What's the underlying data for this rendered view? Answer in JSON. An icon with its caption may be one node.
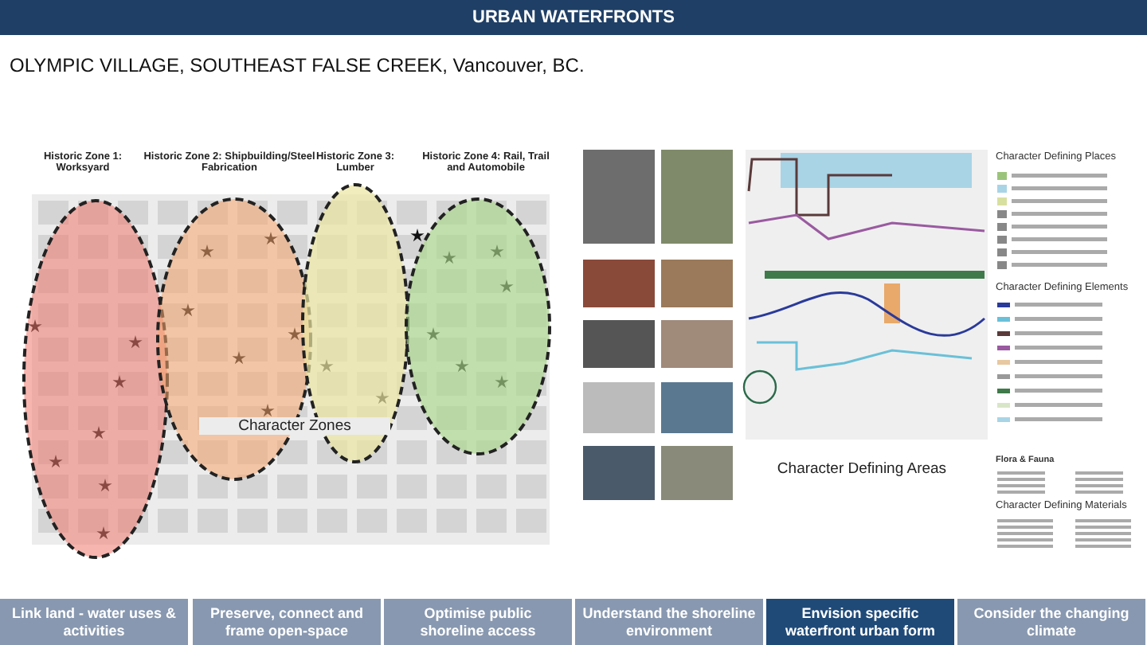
{
  "diagram": {
    "title": "URBAN WATERFRONTS",
    "nodes": [
      {
        "text": [
          "Historic Zone 1: Worksyard"
        ]
      },
      {
        "text": [
          "Historic Zone 2: Shipbuilding/Steel Fabrication"
        ]
      },
      {
        "text": [
          "Historic Zone 3: Lumber"
        ]
      },
      {
        "text": [
          "Historic Zone 4: Rail, Trail and Automobile"
        ]
      },
      {
        "text": [
          "Link land - water uses & activities"
        ]
      },
      {
        "text": [
          "Preserve, connect and frame open-space"
        ]
      },
      {
        "text": [
          "Optimise public shoreline access"
        ]
      },
      {
        "text": [
          "Understand the shoreline environment"
        ]
      },
      {
        "text": [
          "Envision specific waterfront urban form"
        ]
      },
      {
        "text": [
          "Consider the changing climate"
        ]
      }
    ],
    "labels": [
      "OLYMPIC VILLAGE, SOUTHEAST FALSE CREEK, Vancouver, BC.",
      "Character Zones",
      "Character Defining Areas",
      "Character Defining Places",
      "Character Defining Elements",
      "Flora & Fauna",
      "Character Defining Materials"
    ]
  }
}
